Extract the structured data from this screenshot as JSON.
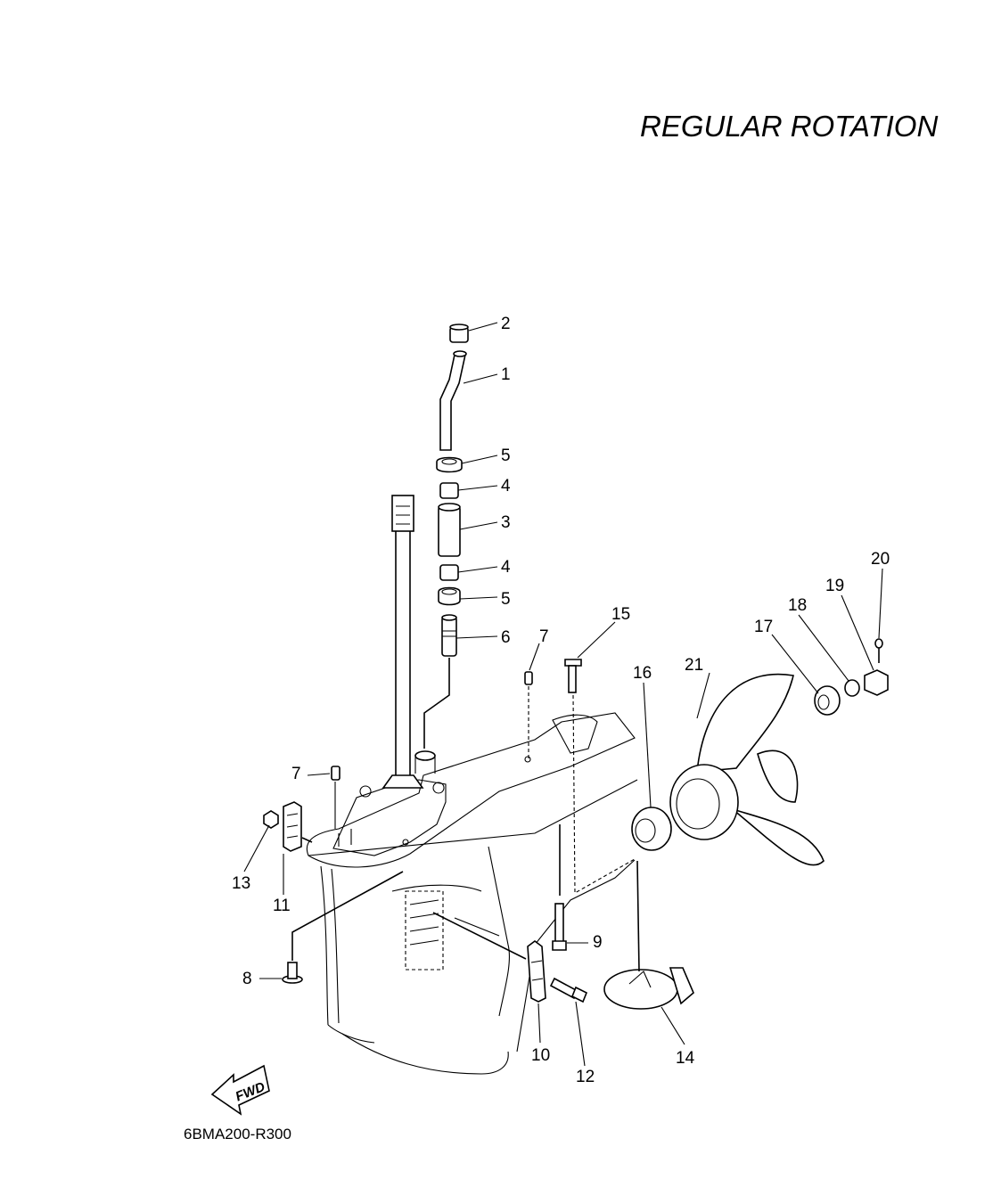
{
  "title": "REGULAR ROTATION",
  "diagram_code": "6BMA200-R300",
  "fwd_label": "FWD",
  "callouts": [
    {
      "id": "c1",
      "label": "1"
    },
    {
      "id": "c2",
      "label": "2"
    },
    {
      "id": "c3",
      "label": "3"
    },
    {
      "id": "c4a",
      "label": "4"
    },
    {
      "id": "c4b",
      "label": "4"
    },
    {
      "id": "c5a",
      "label": "5"
    },
    {
      "id": "c5b",
      "label": "5"
    },
    {
      "id": "c6",
      "label": "6"
    },
    {
      "id": "c7a",
      "label": "7"
    },
    {
      "id": "c7b",
      "label": "7"
    },
    {
      "id": "c8",
      "label": "8"
    },
    {
      "id": "c9",
      "label": "9"
    },
    {
      "id": "c10",
      "label": "10"
    },
    {
      "id": "c11",
      "label": "11"
    },
    {
      "id": "c12",
      "label": "12"
    },
    {
      "id": "c13",
      "label": "13"
    },
    {
      "id": "c14",
      "label": "14"
    },
    {
      "id": "c15",
      "label": "15"
    },
    {
      "id": "c16",
      "label": "16"
    },
    {
      "id": "c17",
      "label": "17"
    },
    {
      "id": "c18",
      "label": "18"
    },
    {
      "id": "c19",
      "label": "19"
    },
    {
      "id": "c20",
      "label": "20"
    },
    {
      "id": "c21",
      "label": "21"
    }
  ]
}
